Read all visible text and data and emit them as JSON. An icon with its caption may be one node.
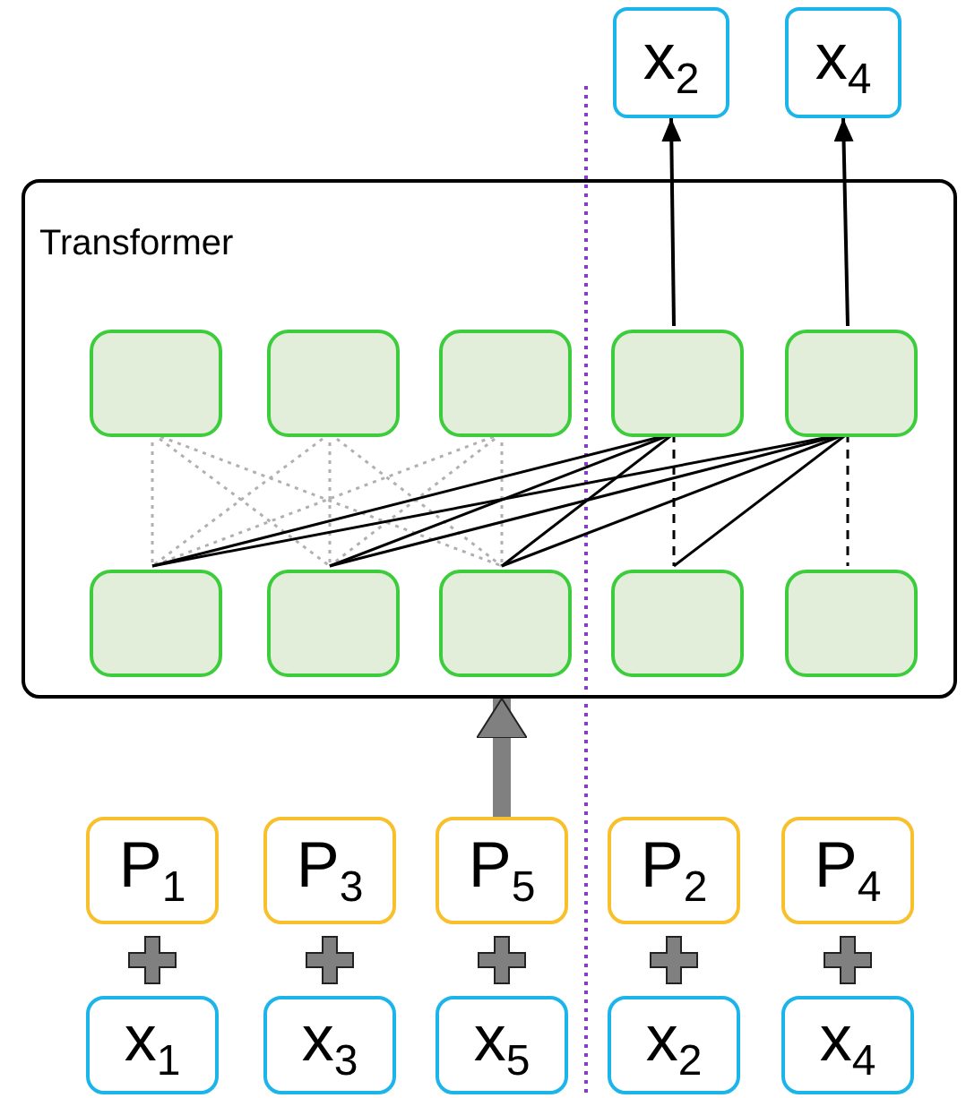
{
  "diagram": {
    "nodes": [
      {
        "text": [
          "x$_{2}$"
        ]
      },
      {
        "text": [
          "x$_{4}$"
        ]
      },
      {
        "text": [
          "Transformer"
        ]
      },
      {
        "text": [],
        "shape": "box",
        "in": 2
      },
      {
        "text": [],
        "shape": "box",
        "in": 2
      },
      {
        "text": [],
        "shape": "box",
        "in": 2
      },
      {
        "text": [],
        "shape": "box",
        "in": 2
      },
      {
        "text": [],
        "shape": "box",
        "in": 2
      },
      {
        "text": [],
        "shape": "box",
        "in": 2
      },
      {
        "text": [],
        "shape": "box",
        "in": 2
      },
      {
        "text": [],
        "shape": "box",
        "in": 2
      },
      {
        "text": [],
        "shape": "box",
        "in": 2
      },
      {
        "text": [],
        "shape": "box",
        "in": 2
      },
      {
        "text": [
          "P$_{1}$"
        ]
      },
      {
        "text": [
          "P$_{3}$"
        ]
      },
      {
        "text": [
          "P$_{5}$"
        ]
      },
      {
        "text": [
          "P$_{2}$"
        ]
      },
      {
        "text": [
          "P$_{4}$"
        ]
      },
      {
        "text": [
          "x$_{1}$"
        ]
      },
      {
        "text": [
          "x$_{3}$"
        ]
      },
      {
        "text": [
          "x$_{5}$"
        ]
      },
      {
        "text": [
          "x$_{2}$"
        ]
      },
      {
        "text": [
          "x$_{4}$"
        ]
      }
    ],
    "edges": [
      {
        "from": 6,
        "to": 0,
        "arrow": "to"
      },
      {
        "from": 7,
        "to": 1,
        "arrow": "to"
      },
      {
        "from": 3,
        "to": 8,
        "arrow": "none",
        "style": "dashed",
        "color": "#b0b0b0"
      },
      {
        "from": 3,
        "to": 9,
        "arrow": "none",
        "style": "dashed",
        "color": "#b0b0b0"
      },
      {
        "from": 3,
        "to": 10,
        "arrow": "none",
        "style": "dashed",
        "color": "#b0b0b0"
      },
      {
        "from": 4,
        "to": 8,
        "arrow": "none",
        "style": "dashed",
        "color": "#b0b0b0"
      },
      {
        "from": 4,
        "to": 9,
        "arrow": "none",
        "style": "dashed",
        "color": "#b0b0b0"
      },
      {
        "from": 4,
        "to": 10,
        "arrow": "none",
        "style": "dashed",
        "color": "#b0b0b0"
      },
      {
        "from": 5,
        "to": 8,
        "arrow": "none",
        "style": "dashed",
        "color": "#b0b0b0"
      },
      {
        "from": 5,
        "to": 9,
        "arrow": "none",
        "style": "dashed",
        "color": "#b0b0b0"
      },
      {
        "from": 5,
        "to": 10,
        "arrow": "none",
        "style": "dashed",
        "color": "#b0b0b0"
      },
      {
        "from": 6,
        "to": 8,
        "arrow": "none"
      },
      {
        "from": 6,
        "to": 9,
        "arrow": "none"
      },
      {
        "from": 6,
        "to": 10,
        "arrow": "none"
      },
      {
        "from": 6,
        "to": 11,
        "arrow": "none",
        "style": "dashed"
      },
      {
        "from": 7,
        "to": 8,
        "arrow": "none"
      },
      {
        "from": 7,
        "to": 9,
        "arrow": "none"
      },
      {
        "from": 7,
        "to": 10,
        "arrow": "none"
      },
      {
        "from": 7,
        "to": 11,
        "arrow": "none"
      },
      {
        "from": 7,
        "to": 12,
        "arrow": "none",
        "style": "dashed"
      },
      {
        "from": 15,
        "to": 2,
        "arrow": "to",
        "style": "thick",
        "color": "#808080"
      }
    ]
  }
}
